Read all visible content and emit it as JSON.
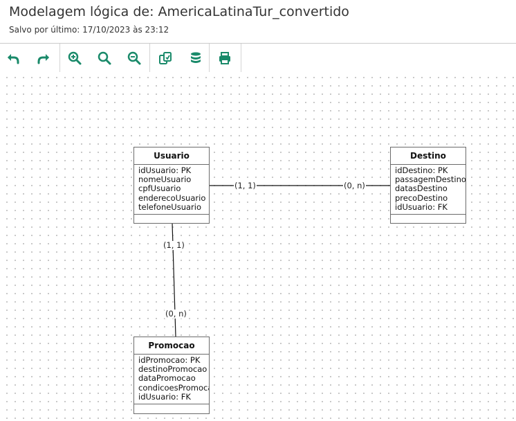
{
  "header": {
    "title": "Modelagem lógica de: AmericaLatinaTur_convertido",
    "saved": "Salvo por último: 17/10/2023 às 23:12"
  },
  "toolbar": {
    "accent_color": "#1a8a6a",
    "buttons": [
      {
        "icon": "undo-icon"
      },
      {
        "icon": "redo-icon"
      },
      {
        "icon": "zoom-in-icon"
      },
      {
        "icon": "zoom-reset-icon"
      },
      {
        "icon": "zoom-out-icon"
      },
      {
        "icon": "convert-copy-icon"
      },
      {
        "icon": "database-icon"
      },
      {
        "icon": "print-icon"
      }
    ]
  },
  "entities": {
    "usuario": {
      "name": "Usuario",
      "attrs": [
        "idUsuario: PK",
        "nomeUsuario",
        "cpfUsuario",
        "enderecoUsuario",
        "telefoneUsuario"
      ]
    },
    "destino": {
      "name": "Destino",
      "attrs": [
        "idDestino: PK",
        "passagemDestino",
        "datasDestino",
        "precoDestino",
        "idUsuario: FK"
      ]
    },
    "promocao": {
      "name": "Promocao",
      "attrs": [
        "idPromocao: PK",
        "destinoPromocao",
        "dataPromocao",
        "condicoesPromocao",
        "idUsuario: FK"
      ]
    }
  },
  "relations": {
    "usuario_destino": {
      "from_card": "(1, 1)",
      "to_card": "(0, n)"
    },
    "usuario_promocao": {
      "from_card": "(1, 1)",
      "to_card": "(0, n)"
    }
  }
}
